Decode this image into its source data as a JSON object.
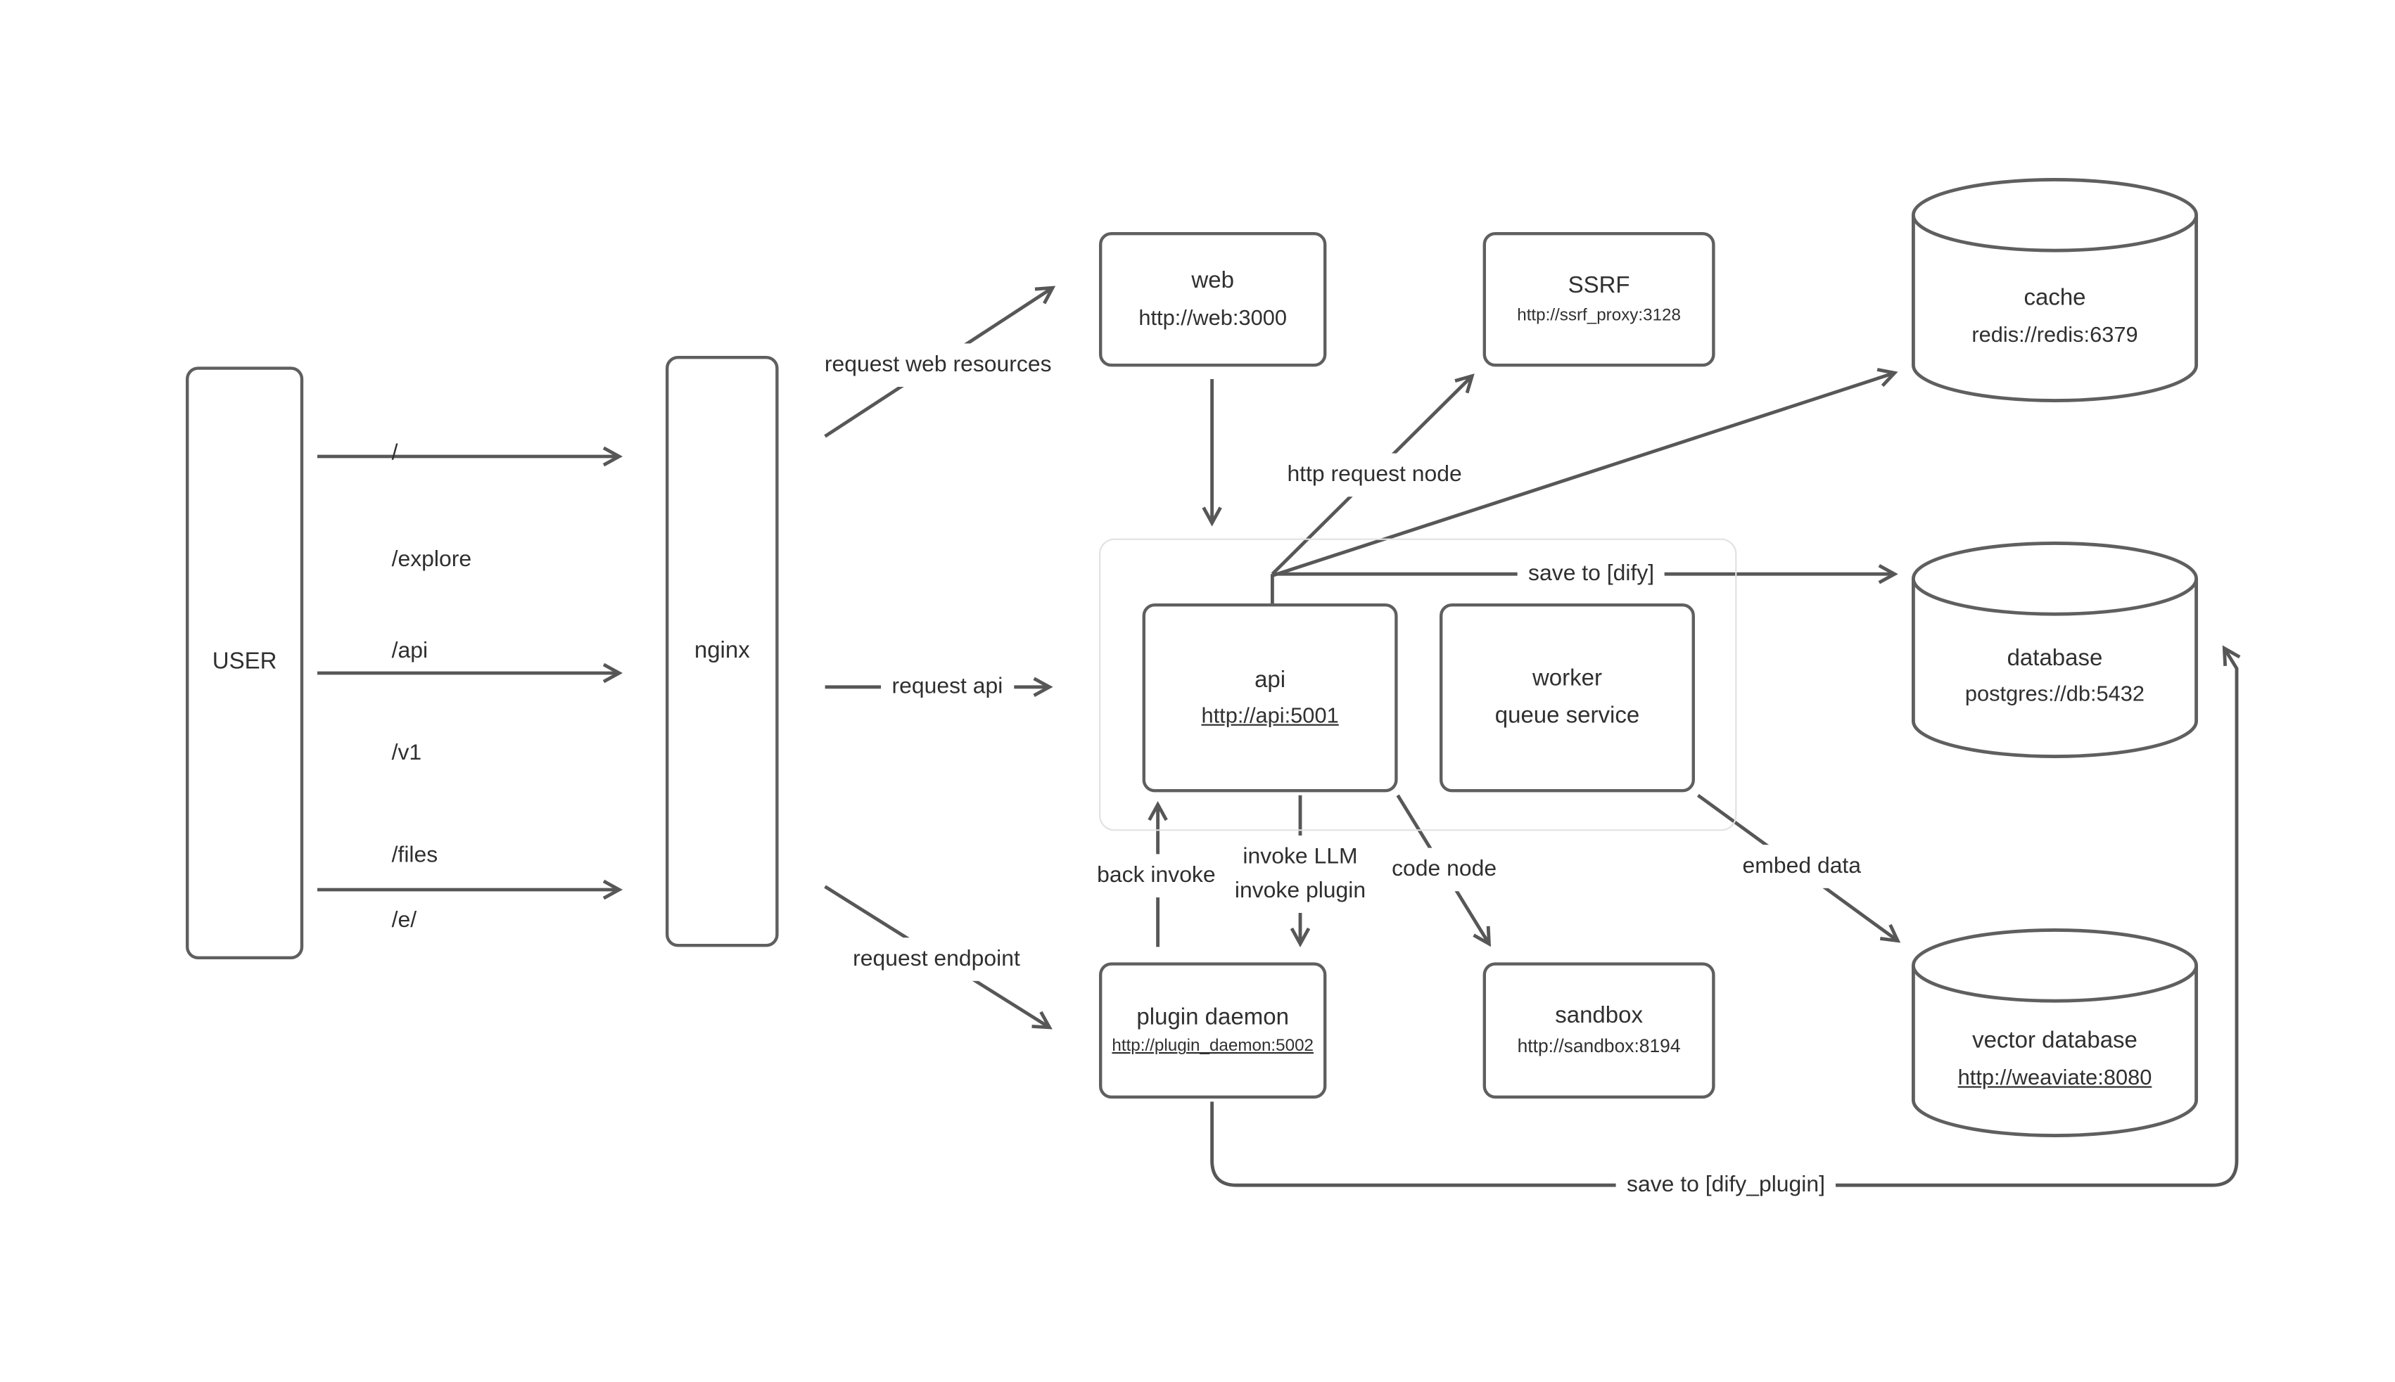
{
  "colors": {
    "arrow_stroke": "#575757",
    "box_border": "#5f5f5f",
    "group_border": "#e2e2e2",
    "text": "#303030",
    "background": "#ffffff"
  },
  "nodes": {
    "user": {
      "label": "USER"
    },
    "nginx": {
      "label": "nginx"
    },
    "web": {
      "title": "web",
      "url": "http://web:3000"
    },
    "ssrf": {
      "title": "SSRF",
      "url": "http://ssrf_proxy:3128"
    },
    "cache": {
      "title": "cache",
      "url": "redis://redis:6379"
    },
    "api": {
      "title": "api",
      "url": "http://api:5001"
    },
    "worker": {
      "title": "worker",
      "subtitle": "queue service"
    },
    "database": {
      "title": "database",
      "url": "postgres://db:5432"
    },
    "plugin_daemon": {
      "title": "plugin daemon",
      "url": "http://plugin_daemon:5002"
    },
    "sandbox": {
      "title": "sandbox",
      "url": "http://sandbox:8194"
    },
    "vector_database": {
      "title": "vector database",
      "url": "http://weaviate:8080"
    }
  },
  "edges": {
    "user_root": {
      "l1": "/",
      "l2": "/explore"
    },
    "user_api": {
      "l1": "/api",
      "l2": "/v1",
      "l3": "/files"
    },
    "user_e": {
      "l1": "/e/"
    },
    "request_web": {
      "label": "request web resources"
    },
    "request_api": {
      "label": "request api"
    },
    "request_endpoint": {
      "label": "request endpoint"
    },
    "http_request_node": {
      "label": "http request node"
    },
    "save_dify": {
      "label": "save to [dify]"
    },
    "back_invoke": {
      "label": "back invoke"
    },
    "invoke": {
      "l1": "invoke LLM",
      "l2": "invoke plugin"
    },
    "code_node": {
      "label": "code node"
    },
    "embed_data": {
      "label": "embed data"
    },
    "save_dify_plugin": {
      "label": "save to [dify_plugin]"
    }
  }
}
